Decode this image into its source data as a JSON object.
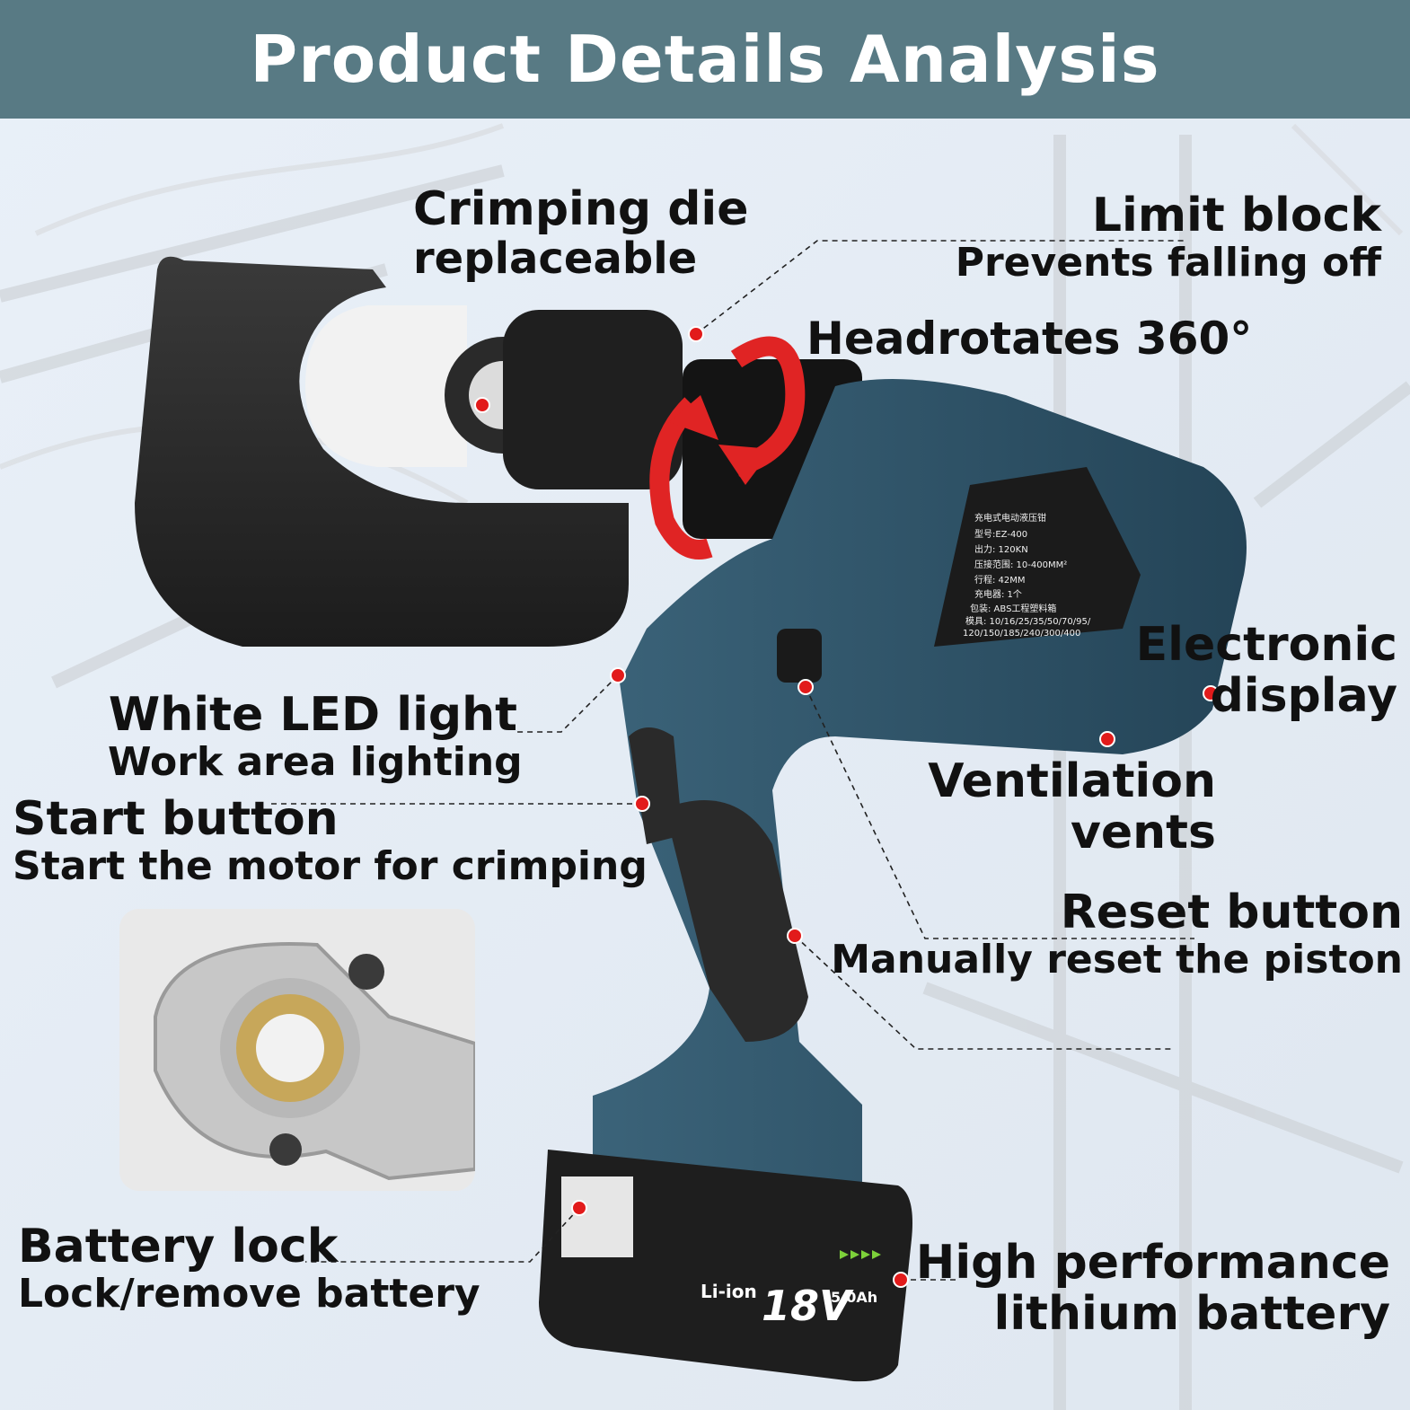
{
  "header": {
    "title": "Product Details Analysis"
  },
  "callouts": {
    "crimping_die": {
      "line1": "Crimping die",
      "line2": "replaceable"
    },
    "limit_block": {
      "line1": "Limit block",
      "line2": "Prevents falling off"
    },
    "head_rotates": {
      "line1": "Headrotates 360°"
    },
    "electronic_display": {
      "line1": "Electronic",
      "line2": "display"
    },
    "white_led": {
      "line1": "White LED light",
      "line2": "Work area lighting"
    },
    "ventilation": {
      "line1": "Ventilation",
      "line2": "vents"
    },
    "start_button": {
      "line1": "Start button",
      "line2": "Start the motor for crimping"
    },
    "reset_button": {
      "line1": "Reset button",
      "line2": "Manually reset the piston"
    },
    "battery_lock": {
      "line1": "Battery lock",
      "line2": "Lock/remove battery"
    },
    "battery": {
      "line1": "High performance",
      "line2": "lithium battery"
    }
  },
  "label_plate": {
    "lines": [
      "充电式电动液压钳",
      "型号:EZ-400",
      "出力: 120KN",
      "压接范围: 10-400MM²",
      "行程: 42MM",
      "充电器: 1个",
      "包装: ABS工程塑料箱",
      "模具: 10/16/25/35/50/70/95/",
      "120/150/185/240/300/400"
    ]
  },
  "battery_pack": {
    "chemistry": "Li-ion",
    "voltage": "18V",
    "capacity": "5.0Ah"
  },
  "colors": {
    "header": "#587a84",
    "tool_body": "#2f5166",
    "marker": "#e21b1b",
    "arrow": "#e02424"
  }
}
